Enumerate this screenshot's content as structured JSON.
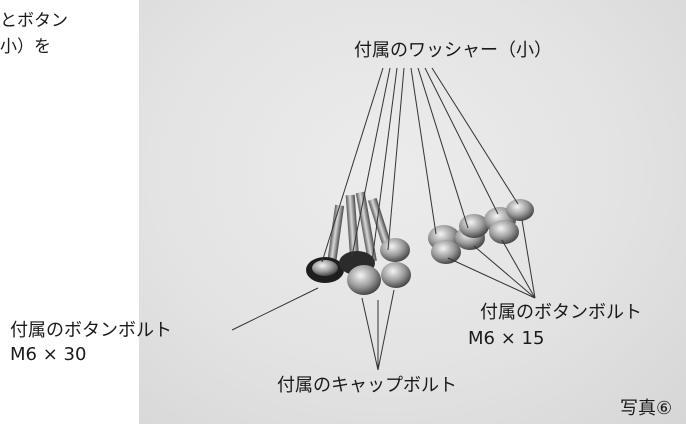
{
  "intro_text": {
    "line1": "とボタン",
    "line2": "小）を"
  },
  "labels": {
    "washer_small": "付属のワッシャー（小）",
    "button_bolt_m6x15_name": "付属のボタンボルト",
    "button_bolt_m6x15_size": "M6 × 15",
    "button_bolt_m6x30_name": "付属のボタンボルト",
    "button_bolt_m6x30_size": "M6 × 30",
    "cap_bolt": "付属のキャップボルト",
    "photo_number": "写真⑥"
  }
}
